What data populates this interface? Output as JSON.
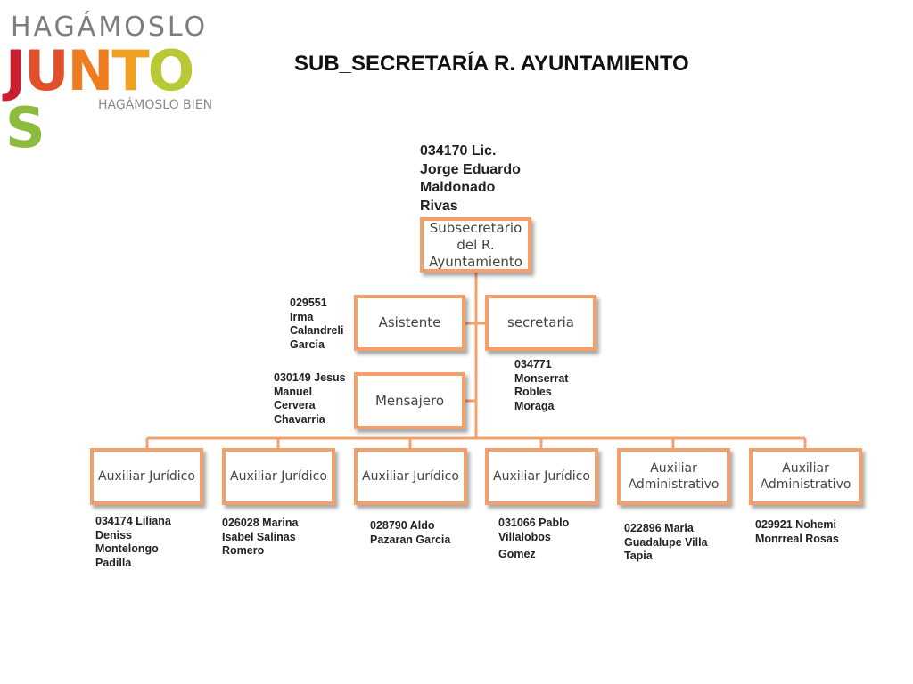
{
  "logo": {
    "top_text": "HAGÁMOSLO",
    "main_letters": [
      {
        "char": "J",
        "color": "#c8202f"
      },
      {
        "char": "U",
        "color": "#e0502a"
      },
      {
        "char": "N",
        "color": "#ee7d22"
      },
      {
        "char": "T",
        "color": "#f0a021"
      },
      {
        "char": "O",
        "color": "#b7c935"
      },
      {
        "char": "S",
        "color": "#8dbb3e"
      }
    ],
    "bottom_text": "HAGÁMOSLO BIEN"
  },
  "title": "SUB_SECRETARÍA R. AYUNTAMIENTO",
  "accent_color": "#f4a06a",
  "head": {
    "name_lines": [
      "034170 Lic.",
      "Jorge Eduardo",
      "Maldonado",
      "Rivas"
    ],
    "role": "Subsecretario del R. Ayuntamiento"
  },
  "staff": [
    {
      "role": "Asistente",
      "name_lines": [
        "029551",
        "Irma",
        "Calandreli",
        "Garcia"
      ]
    },
    {
      "role": "secretaria",
      "name_lines": [
        "034771",
        "Monserrat",
        "Robles",
        "Moraga"
      ]
    },
    {
      "role": "Mensajero",
      "name_lines": [
        "030149 Jesus",
        "Manuel",
        "Cervera",
        "Chavarria"
      ]
    }
  ],
  "auxiliaries": [
    {
      "role": "Auxiliar Jurídico",
      "name_lines": [
        "034174 Liliana",
        "Deniss",
        "Montelongo",
        "Padilla"
      ]
    },
    {
      "role": "Auxiliar Jurídico",
      "name_lines": [
        "026028 Marina",
        "Isabel Salinas",
        "Romero"
      ]
    },
    {
      "role": "Auxiliar Jurídico",
      "name_lines": [
        "028790 Aldo",
        "Pazaran Garcia"
      ]
    },
    {
      "role": "Auxiliar Jurídico",
      "name_lines": [
        "031066 Pablo",
        "Villalobos",
        "Gomez"
      ]
    },
    {
      "role": "Auxiliar Administrativo",
      "name_lines": [
        "022896 Maria",
        "Guadalupe Villa",
        "Tapia"
      ]
    },
    {
      "role": "Auxiliar Administrativo",
      "name_lines": [
        "029921 Nohemi",
        "Monrreal Rosas"
      ]
    }
  ]
}
